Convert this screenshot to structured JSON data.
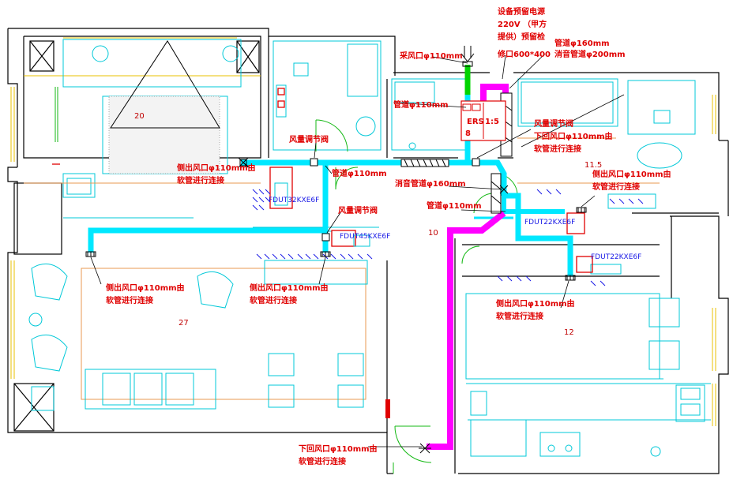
{
  "labels": {
    "power_note_1": "设备预留电源",
    "power_note_2": "220V （甲方",
    "power_note_3": "提供）预留检",
    "power_note_4": "修口600*400",
    "fresh_air_inlet": "采风口φ110mm",
    "duct_160": "管道φ160mm",
    "silencer_duct_200": "消音管道φ200mm",
    "duct_110_top": "管道φ110mm",
    "damper_left": "风量调节阀",
    "duct_110_mid": "管道φ110mm",
    "silencer_duct_160": "消音管道φ160mm",
    "damper_right": "风量调节阀",
    "return_vent_1": "下回风口φ110mm由",
    "return_vent_2": "软管进行连接",
    "damper_center": "风量调节阀",
    "duct_110_right": "管道φ110mm",
    "side_vent_ul_1": "侧出风口φ110mm由",
    "side_vent_ul_2": "软管进行连接",
    "side_vent_ur_1": "侧出风口φ110mm由",
    "side_vent_ur_2": "软管进行连接",
    "side_vent_ll_1": "侧出风口φ110mm由",
    "side_vent_ll_2": "软管进行连接",
    "side_vent_lm_1": "侧出风口φ110mm由",
    "side_vent_lm_2": "软管进行连接",
    "side_vent_lr_1": "侧出风口φ110mm由",
    "side_vent_lr_2": "软管进行连接",
    "return_vent_bottom_1": "下回风口φ110mm由",
    "return_vent_bottom_2": "软管进行连接",
    "ers_box": "ERS",
    "ers_small": "8",
    "ratio_box": "1:5"
  },
  "units": {
    "fdut_left": "FDUT32KXE6F",
    "fdut_center": "FDUT45KXE6F",
    "fdut_right": "FDUT22KXE6F",
    "fdut_lower_right": "FDUT22KXE6F"
  },
  "room_numbers": {
    "r20": "20",
    "r11_5": "11.5",
    "r10": "10",
    "r27": "27",
    "r12": "12"
  },
  "colors": {
    "supply_duct": "#00e8ff",
    "exhaust_duct": "#ff00ff",
    "fresh_duct": "#00d400",
    "label": "#e00000",
    "wall": "#000000"
  }
}
